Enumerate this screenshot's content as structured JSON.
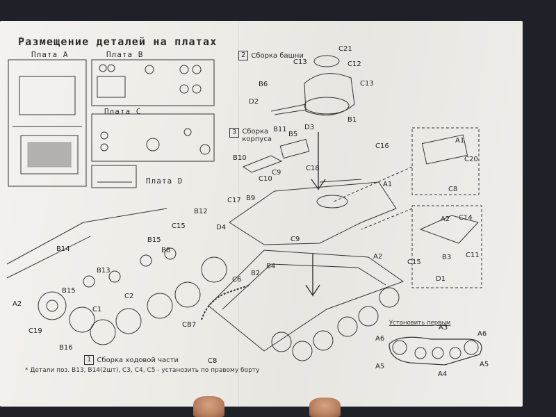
{
  "sheet": {
    "title": "Размещение деталей на платах",
    "plates": {
      "a": "Плата A",
      "b": "Плата B",
      "c": "Плата C",
      "d": "Плата D"
    },
    "steps": [
      {
        "num": "2",
        "label": "Сборка  башни"
      },
      {
        "num": "3",
        "label": "Сборка корпуса"
      },
      {
        "num": "1",
        "label": "Сборка ходовой части"
      }
    ],
    "install_first": "Установить первым",
    "footnote": "* Детали поз. B13, B14(2шт), C3, C4, C5 - устанозить по правому борту"
  },
  "callouts": [
    "C21",
    "C13",
    "C12",
    "B6",
    "C13",
    "D2",
    "B1",
    "B11",
    "D3",
    "B5",
    "C16",
    "B10",
    "C9",
    "C18",
    "C10",
    "A1",
    "C17",
    "B9",
    "B12",
    "D4",
    "C15",
    "B15",
    "B14",
    "B8",
    "C9",
    "B4",
    "A2",
    "B2",
    "C6",
    "B13",
    "C2",
    "A2",
    "C1",
    "B15",
    "C19",
    "CB7",
    "B16",
    "C8",
    "A1",
    "C20",
    "C8",
    "A2",
    "C14",
    "C15",
    "B3",
    "C11",
    "D1",
    "A3",
    "A6",
    "A6",
    "A5",
    "A5",
    "A4"
  ],
  "colors": {
    "paper": "#eeede8",
    "background": "#1e2228",
    "ink": "#2a2a2a"
  }
}
